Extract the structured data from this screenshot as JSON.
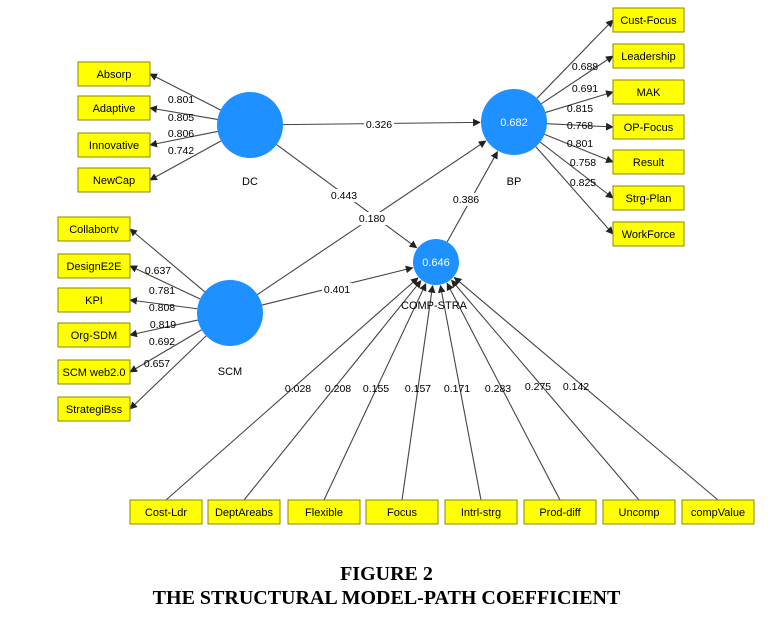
{
  "colors": {
    "indicator_fill": "#ffff00",
    "latent_fill": "#1e90ff",
    "latent_value_text": "#ffffff",
    "edge": "#444444"
  },
  "latents": [
    {
      "id": "DC",
      "name": "DC",
      "value": ""
    },
    {
      "id": "BP",
      "name": "BP",
      "value": "0.682"
    },
    {
      "id": "SCM",
      "name": "SCM",
      "value": ""
    },
    {
      "id": "CS",
      "name": "COMP-STRA",
      "value": "0.646"
    }
  ],
  "indicators": {
    "DC": [
      {
        "label": "Absorp",
        "loading": "0.801"
      },
      {
        "label": "Adaptive",
        "loading": "0.805"
      },
      {
        "label": "Innovative",
        "loading": "0.806"
      },
      {
        "label": "NewCap",
        "loading": "0.742"
      }
    ],
    "BP": [
      {
        "label": "Cust-Focus",
        "loading": "0.688"
      },
      {
        "label": "Leadership",
        "loading": "0.691"
      },
      {
        "label": "MAK",
        "loading": "0.815"
      },
      {
        "label": "OP-Focus",
        "loading": "0.768"
      },
      {
        "label": "Result",
        "loading": "0.801"
      },
      {
        "label": "Strg-Plan",
        "loading": "0.758"
      },
      {
        "label": "WorkForce",
        "loading": "0.825"
      }
    ],
    "SCM": [
      {
        "label": "Collabortv",
        "loading": "0.637"
      },
      {
        "label": "DesignE2E",
        "loading": "0.781"
      },
      {
        "label": "KPI",
        "loading": "0.808"
      },
      {
        "label": "Org-SDM",
        "loading": "0.819"
      },
      {
        "label": "SCM web2.0",
        "loading": "0.692"
      },
      {
        "label": "StrategiBss",
        "loading": "0.657"
      }
    ],
    "CS": [
      {
        "label": "Cost-Ldr",
        "weight": "0.028"
      },
      {
        "label": "DeptAreabs",
        "weight": "0.208"
      },
      {
        "label": "Flexible",
        "weight": "0.155"
      },
      {
        "label": "Focus",
        "weight": "0.157"
      },
      {
        "label": "Intrl-strg",
        "weight": "0.171"
      },
      {
        "label": "Prod-diff",
        "weight": "0.283"
      },
      {
        "label": "Uncomp",
        "weight": "0.275"
      },
      {
        "label": "compValue",
        "weight": "0.142"
      }
    ]
  },
  "paths": [
    {
      "from": "DC",
      "to": "BP",
      "coef": "0.326"
    },
    {
      "from": "DC",
      "to": "CS",
      "coef": "0.443"
    },
    {
      "from": "SCM",
      "to": "BP",
      "coef": "0.180"
    },
    {
      "from": "SCM",
      "to": "CS",
      "coef": "0.401"
    },
    {
      "from": "CS",
      "to": "BP",
      "coef": "0.386"
    }
  ],
  "caption": {
    "line1": "FIGURE 2",
    "line2": "THE STRUCTURAL MODEL-PATH COEFFICIENT"
  }
}
